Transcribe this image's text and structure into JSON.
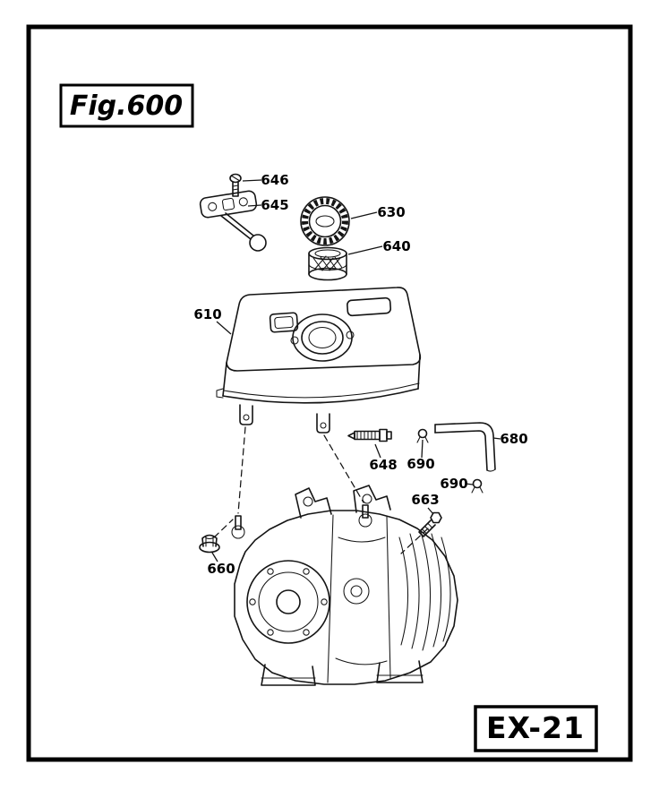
{
  "figure": {
    "label": "Fig.600",
    "model": "EX-21"
  },
  "callouts": [
    "646",
    "645",
    "630",
    "640",
    "610",
    "648",
    "690",
    "680",
    "690",
    "663",
    "660"
  ]
}
